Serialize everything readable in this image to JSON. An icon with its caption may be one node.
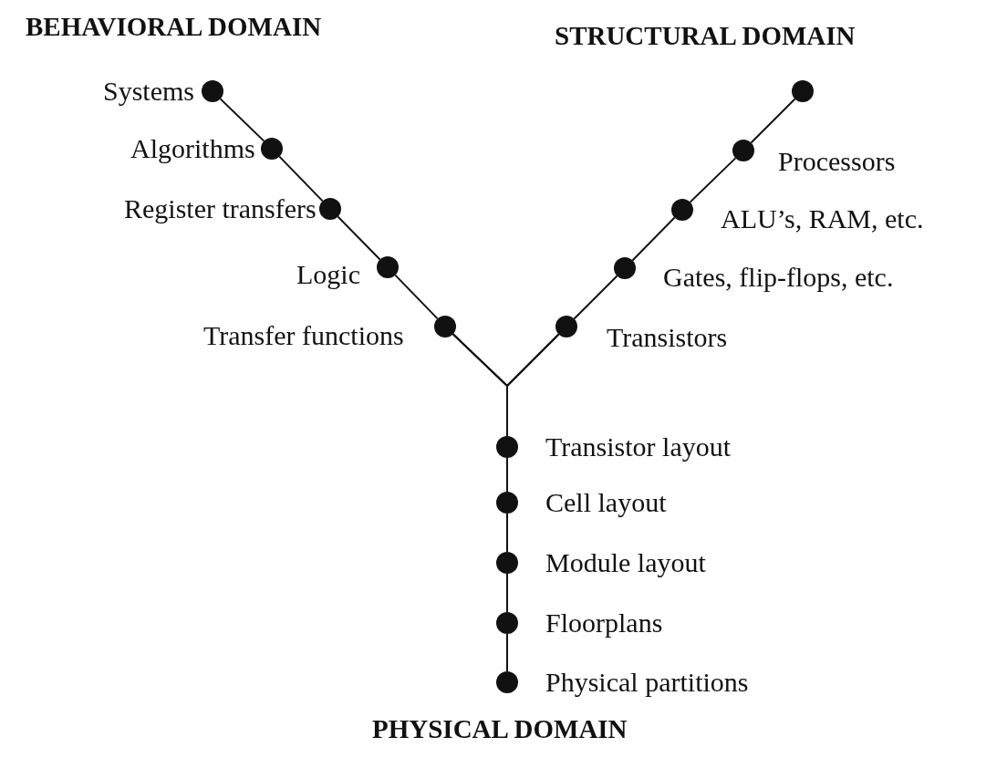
{
  "diagram": {
    "nodes": [
      {
        "text": [],
        "shape": "circle",
        "beside": [
          "Systems"
        ]
      },
      {
        "text": [],
        "shape": "circle",
        "beside": [
          "Algorithms"
        ]
      },
      {
        "text": [],
        "shape": "circle",
        "beside": [
          "Register transfers"
        ]
      },
      {
        "text": [],
        "shape": "circle",
        "beside": [
          "Logic"
        ]
      },
      {
        "text": [],
        "shape": "circle",
        "beside": [
          "Transfer functions"
        ]
      },
      {
        "text": [],
        "shape": "circle"
      },
      {
        "text": [],
        "shape": "circle",
        "beside": [
          "Processors"
        ]
      },
      {
        "text": [],
        "shape": "circle",
        "beside": [
          "ALU’s, RAM, etc."
        ]
      },
      {
        "text": [],
        "shape": "circle",
        "beside": [
          "Gates, flip-flops, etc."
        ]
      },
      {
        "text": [],
        "shape": "circle",
        "beside": [
          "Transistors"
        ]
      },
      {
        "text": [],
        "shape": "circle",
        "beside": [
          "Transistor layout"
        ]
      },
      {
        "text": [],
        "shape": "circle",
        "beside": [
          "Cell layout"
        ]
      },
      {
        "text": [],
        "shape": "circle",
        "beside": [
          "Module layout"
        ]
      },
      {
        "text": [],
        "shape": "circle",
        "beside": [
          "Floorplans"
        ]
      },
      {
        "text": [],
        "shape": "circle",
        "beside": [
          "Physical partitions"
        ]
      }
    ],
    "edges": [
      {
        "from": 0,
        "to": 1,
        "arrow": "none"
      },
      {
        "from": 1,
        "to": 2,
        "arrow": "none"
      },
      {
        "from": 2,
        "to": 3,
        "arrow": "none"
      },
      {
        "from": 3,
        "to": 4,
        "arrow": "none"
      },
      {
        "from": 5,
        "to": 6,
        "arrow": "none"
      },
      {
        "from": 6,
        "to": 7,
        "arrow": "none"
      },
      {
        "from": 7,
        "to": 8,
        "arrow": "none"
      },
      {
        "from": 8,
        "to": 9,
        "arrow": "none"
      },
      {
        "from": 10,
        "to": 11,
        "arrow": "none"
      },
      {
        "from": 11,
        "to": 12,
        "arrow": "none"
      },
      {
        "from": 12,
        "to": 13,
        "arrow": "none"
      },
      {
        "from": 13,
        "to": 14,
        "arrow": "none"
      },
      {
        "from": 4,
        "to": 9,
        "arrow": "none"
      },
      {
        "from": 4,
        "to": 10,
        "arrow": "none"
      },
      {
        "from": 9,
        "to": 10,
        "arrow": "none"
      }
    ],
    "labels": [
      "BEHAVIORAL DOMAIN",
      "STRUCTURAL DOMAIN",
      "PHYSICAL DOMAIN"
    ]
  }
}
